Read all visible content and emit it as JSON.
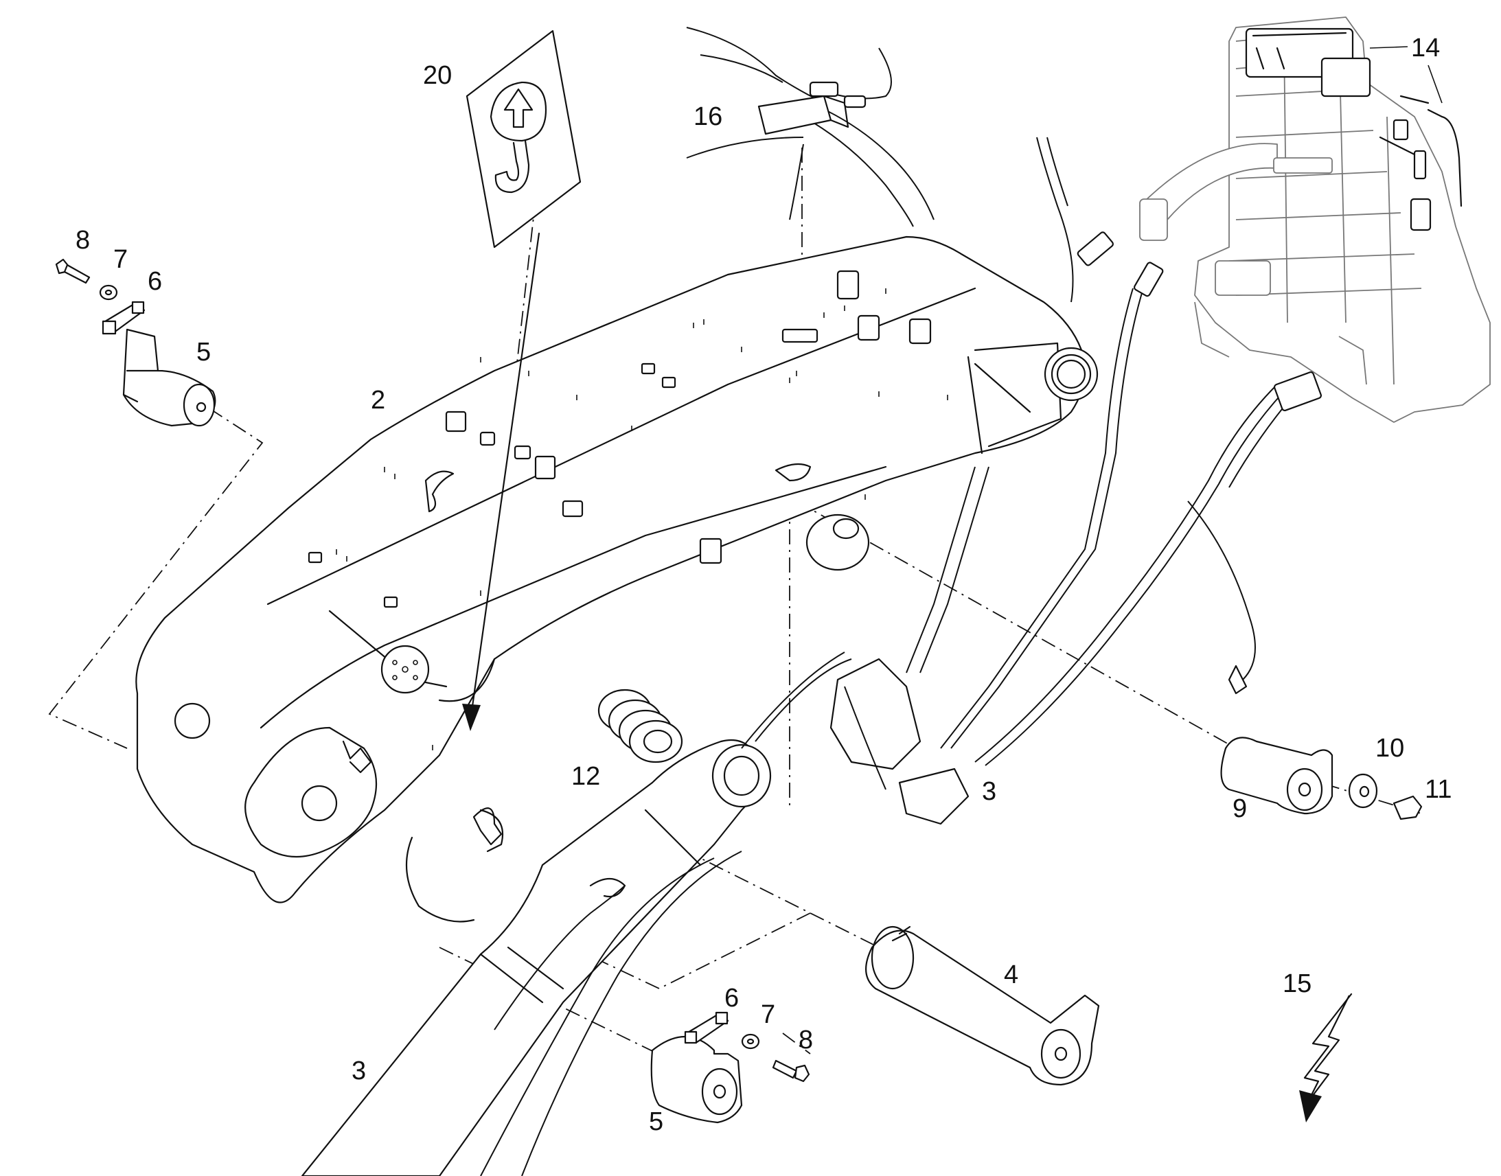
{
  "callouts": {
    "c2": "2",
    "c3a": "3",
    "c3b": "3",
    "c4": "4",
    "c5a": "5",
    "c5b": "5",
    "c6a": "6",
    "c6b": "6",
    "c7a": "7",
    "c7b": "7",
    "c8a": "8",
    "c8b": "8",
    "c9": "9",
    "c10": "10",
    "c11": "11",
    "c12": "12",
    "c14": "14",
    "c15": "15",
    "c16": "16",
    "c20": "20"
  },
  "icons": {
    "lifting_symbol": "lift-hook-icon",
    "grease_symbol": "lightning-arrow-icon"
  },
  "colors": {
    "line": "#111111",
    "secondary_line": "#777777",
    "background": "#ffffff"
  }
}
